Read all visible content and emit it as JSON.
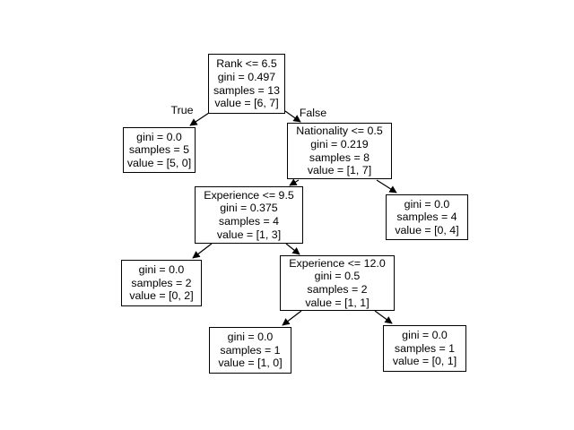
{
  "figure": {
    "background_color": "#ffffff",
    "node_border_color": "#000000",
    "edge_color": "#000000",
    "text_color": "#000000"
  },
  "edge_labels": {
    "true_label": "True",
    "false_label": "False"
  },
  "tree": {
    "nodes": [
      {
        "id": "root",
        "lines": [
          "Rank <= 6.5",
          "gini = 0.497",
          "samples = 13",
          "value = [6, 7]"
        ]
      },
      {
        "id": "leaf-true",
        "lines": [
          "gini = 0.0",
          "samples = 5",
          "value = [5, 0]"
        ]
      },
      {
        "id": "nationality",
        "lines": [
          "Nationality <= 0.5",
          "gini = 0.219",
          "samples = 8",
          "value = [1, 7]"
        ]
      },
      {
        "id": "exp95",
        "lines": [
          "Experience <= 9.5",
          "gini = 0.375",
          "samples = 4",
          "value = [1, 3]"
        ]
      },
      {
        "id": "leaf04",
        "lines": [
          "gini = 0.0",
          "samples = 4",
          "value = [0, 4]"
        ]
      },
      {
        "id": "leaf02",
        "lines": [
          "gini = 0.0",
          "samples = 2",
          "value = [0, 2]"
        ]
      },
      {
        "id": "exp12",
        "lines": [
          "Experience <= 12.0",
          "gini = 0.5",
          "samples = 2",
          "value = [1, 1]"
        ]
      },
      {
        "id": "leaf10",
        "lines": [
          "gini = 0.0",
          "samples = 1",
          "value = [1, 0]"
        ]
      },
      {
        "id": "leaf01",
        "lines": [
          "gini = 0.0",
          "samples = 1",
          "value = [0, 1]"
        ]
      }
    ],
    "edges": [
      {
        "from": "root",
        "to": "leaf-true",
        "label": "True"
      },
      {
        "from": "root",
        "to": "nationality",
        "label": "False"
      },
      {
        "from": "nationality",
        "to": "exp95"
      },
      {
        "from": "nationality",
        "to": "leaf04"
      },
      {
        "from": "exp95",
        "to": "leaf02"
      },
      {
        "from": "exp95",
        "to": "exp12"
      },
      {
        "from": "exp12",
        "to": "leaf10"
      },
      {
        "from": "exp12",
        "to": "leaf01"
      }
    ]
  }
}
